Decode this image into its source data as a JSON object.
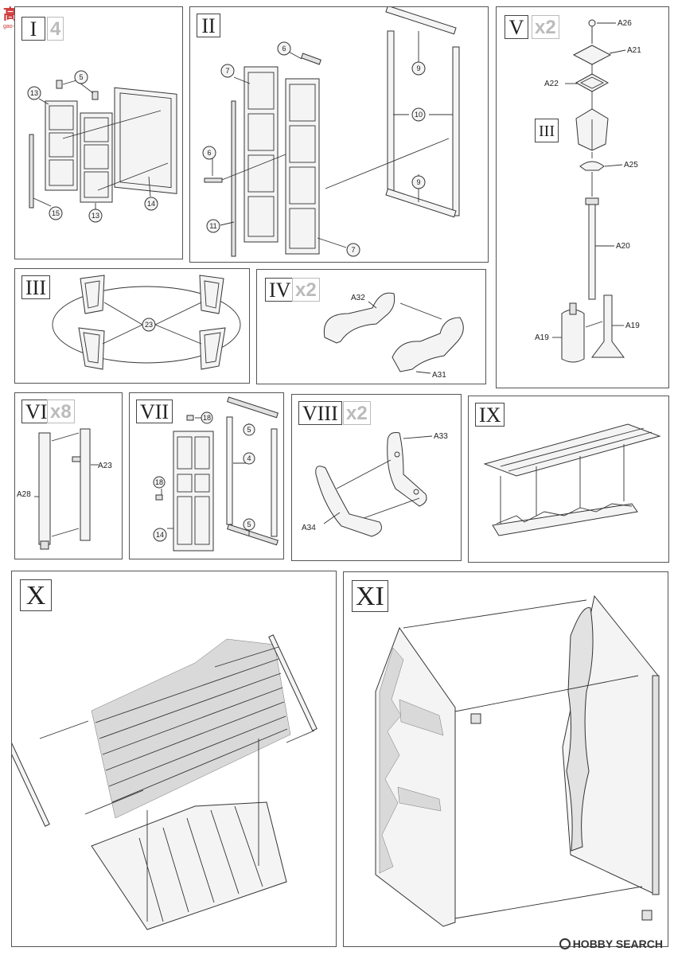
{
  "watermark": {
    "main": "高手网",
    "sub": "gao-shou.com"
  },
  "site_logo": "HOBBY SEARCH",
  "steps": {
    "I": {
      "num": "I",
      "mult": "4",
      "labels": [
        "13",
        "5",
        "13",
        "15",
        "14"
      ]
    },
    "II": {
      "num": "II",
      "labels": [
        "6",
        "7",
        "6",
        "11",
        "7",
        "9",
        "10",
        "9"
      ]
    },
    "III": {
      "num": "III",
      "labels": [
        "23"
      ]
    },
    "IV": {
      "num": "IV",
      "mult": "x2",
      "labels": [
        "A32",
        "A31"
      ]
    },
    "V": {
      "num": "V",
      "mult": "x2",
      "sub_ref": "III",
      "labels": [
        "A26",
        "A21",
        "A22",
        "A25",
        "A20",
        "A19",
        "A19"
      ]
    },
    "VI": {
      "num": "VI",
      "mult": "x8",
      "labels": [
        "A23",
        "A28"
      ]
    },
    "VII": {
      "num": "VII",
      "labels": [
        "18",
        "18",
        "14",
        "5",
        "4",
        "5"
      ]
    },
    "VIII": {
      "num": "VIII",
      "mult": "x2",
      "labels": [
        "A33",
        "A34"
      ]
    },
    "IX": {
      "num": "IX"
    },
    "X": {
      "num": "X"
    },
    "XI": {
      "num": "XI"
    }
  }
}
